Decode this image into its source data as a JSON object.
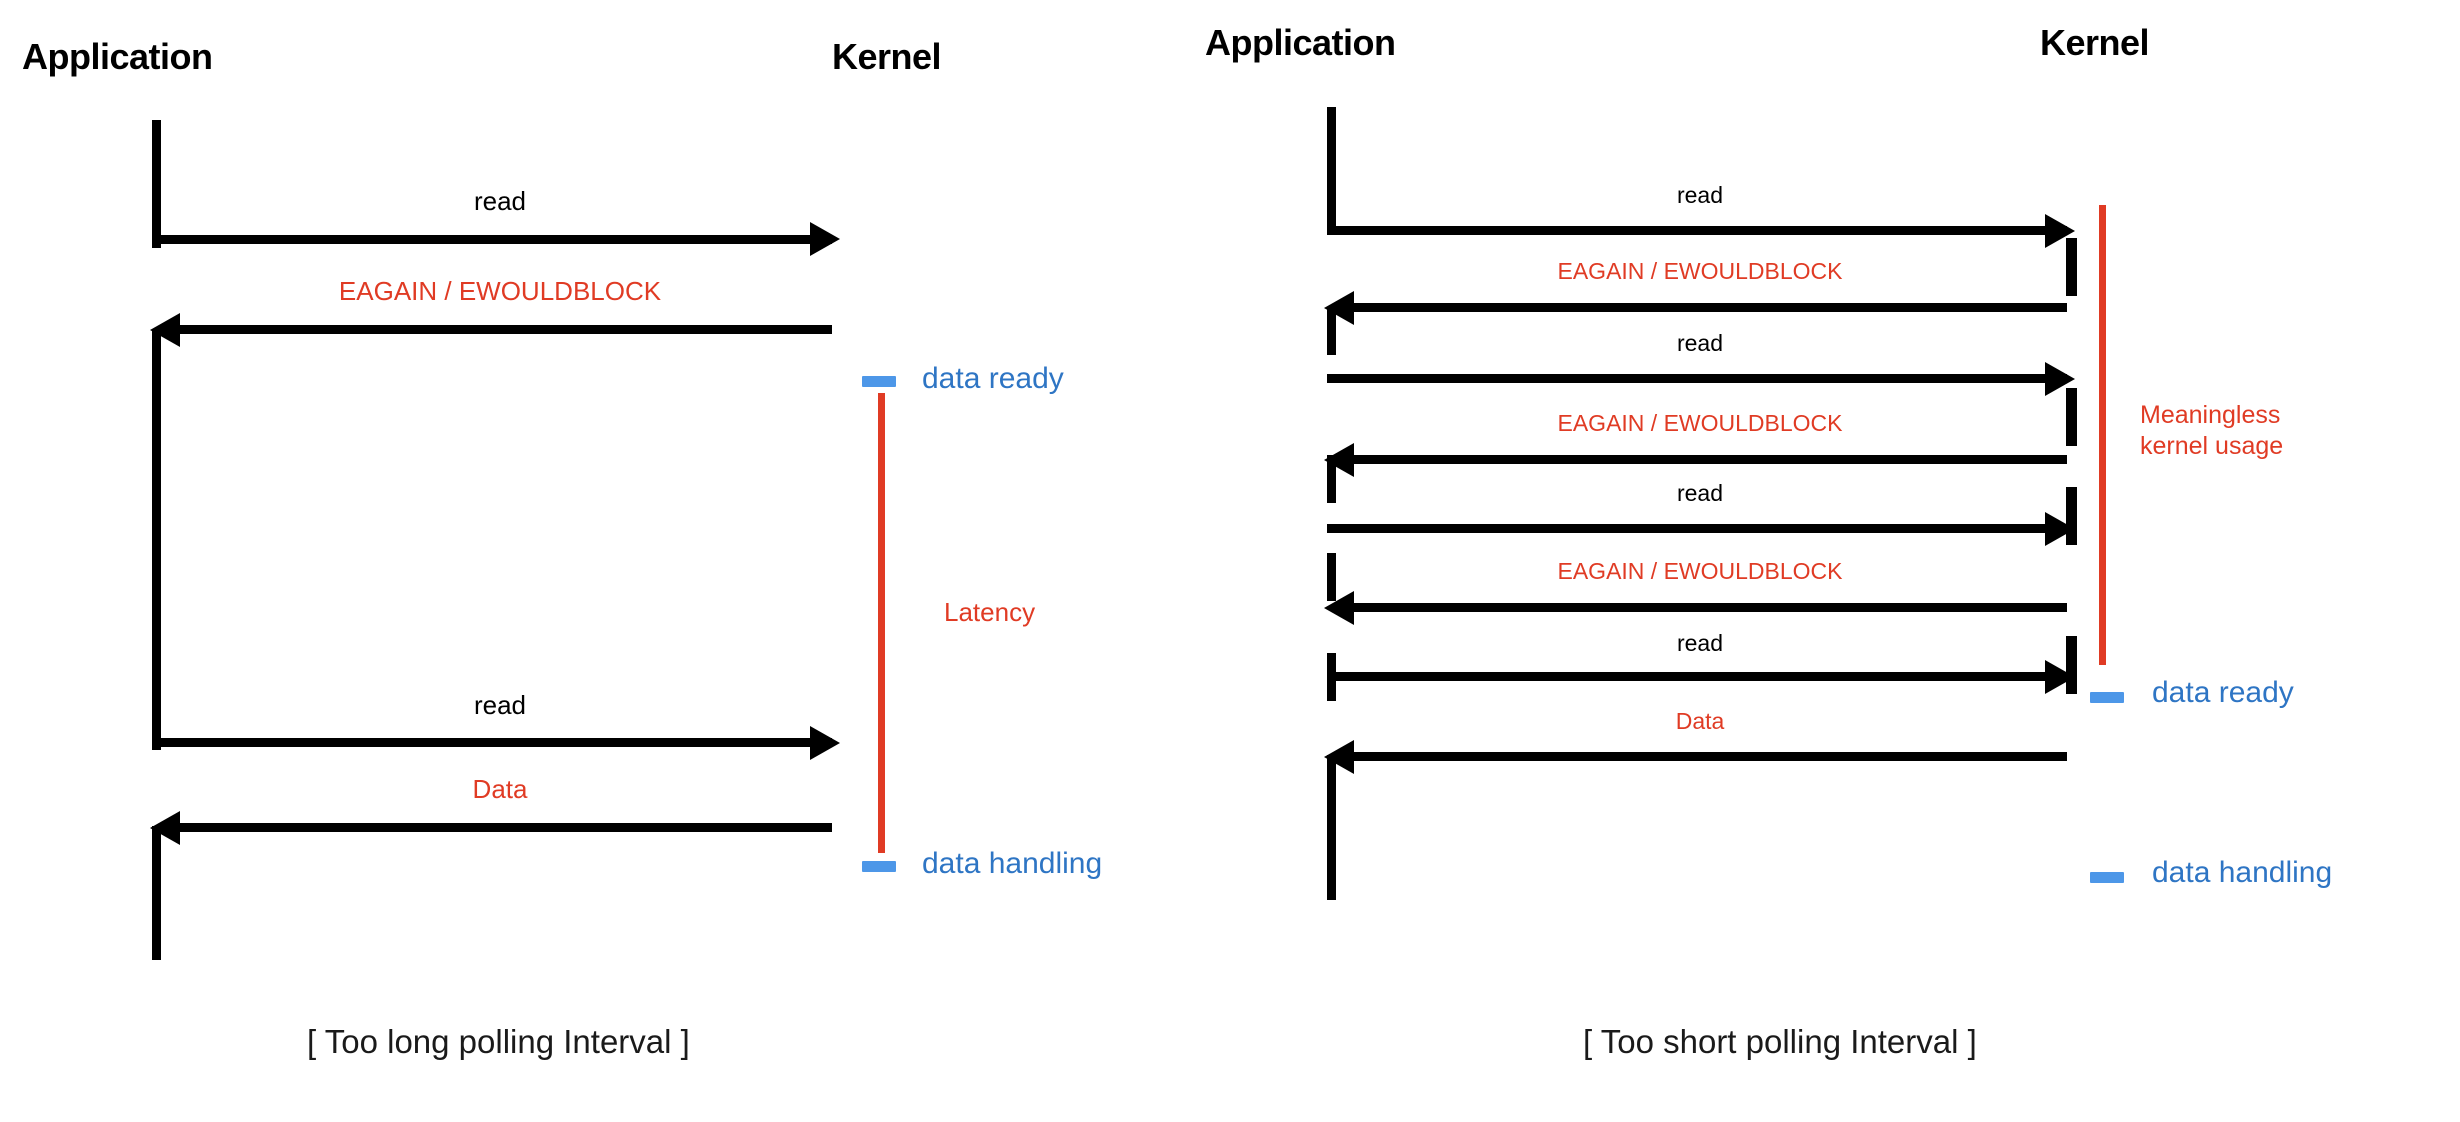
{
  "figure": {
    "title_left": "[ Too long polling Interval ]",
    "title_right": "[ Too short polling Interval ]",
    "colors": {
      "black": "#000000",
      "red": "#e03b24",
      "blue_marker": "#4d97e8",
      "blue_text": "#2e75c4",
      "background": "#ffffff"
    }
  },
  "left_diagram": {
    "lanes": {
      "application": "Application",
      "kernel": "Kernel"
    },
    "messages": [
      {
        "label": "read",
        "color": "black",
        "direction": "right"
      },
      {
        "label": "EAGAIN / EWOULDBLOCK",
        "color": "red",
        "direction": "left"
      },
      {
        "label": "read",
        "color": "black",
        "direction": "right"
      },
      {
        "label": "Data",
        "color": "red",
        "direction": "left"
      }
    ],
    "annotations": {
      "latency": "Latency"
    },
    "legend": [
      {
        "marker": "blue-dash",
        "label": "data ready"
      },
      {
        "marker": "blue-dash",
        "label": "data handling"
      }
    ],
    "caption": "[ Too long polling Interval ]"
  },
  "right_diagram": {
    "lanes": {
      "application": "Application",
      "kernel": "Kernel"
    },
    "messages": [
      {
        "label": "read",
        "color": "black",
        "direction": "right"
      },
      {
        "label": "EAGAIN / EWOULDBLOCK",
        "color": "red",
        "direction": "left"
      },
      {
        "label": "read",
        "color": "black",
        "direction": "right"
      },
      {
        "label": "EAGAIN / EWOULDBLOCK",
        "color": "red",
        "direction": "left"
      },
      {
        "label": "read",
        "color": "black",
        "direction": "right"
      },
      {
        "label": "EAGAIN / EWOULDBLOCK",
        "color": "red",
        "direction": "left"
      },
      {
        "label": "read",
        "color": "black",
        "direction": "right"
      },
      {
        "label": "Data",
        "color": "red",
        "direction": "left"
      }
    ],
    "annotations": {
      "meaningless_line1": "Meaningless",
      "meaningless_line2": "kernel usage"
    },
    "legend": [
      {
        "marker": "blue-dash",
        "label": "data ready"
      },
      {
        "marker": "blue-dash",
        "label": "data handling"
      }
    ],
    "caption": "[ Too short polling Interval ]"
  }
}
